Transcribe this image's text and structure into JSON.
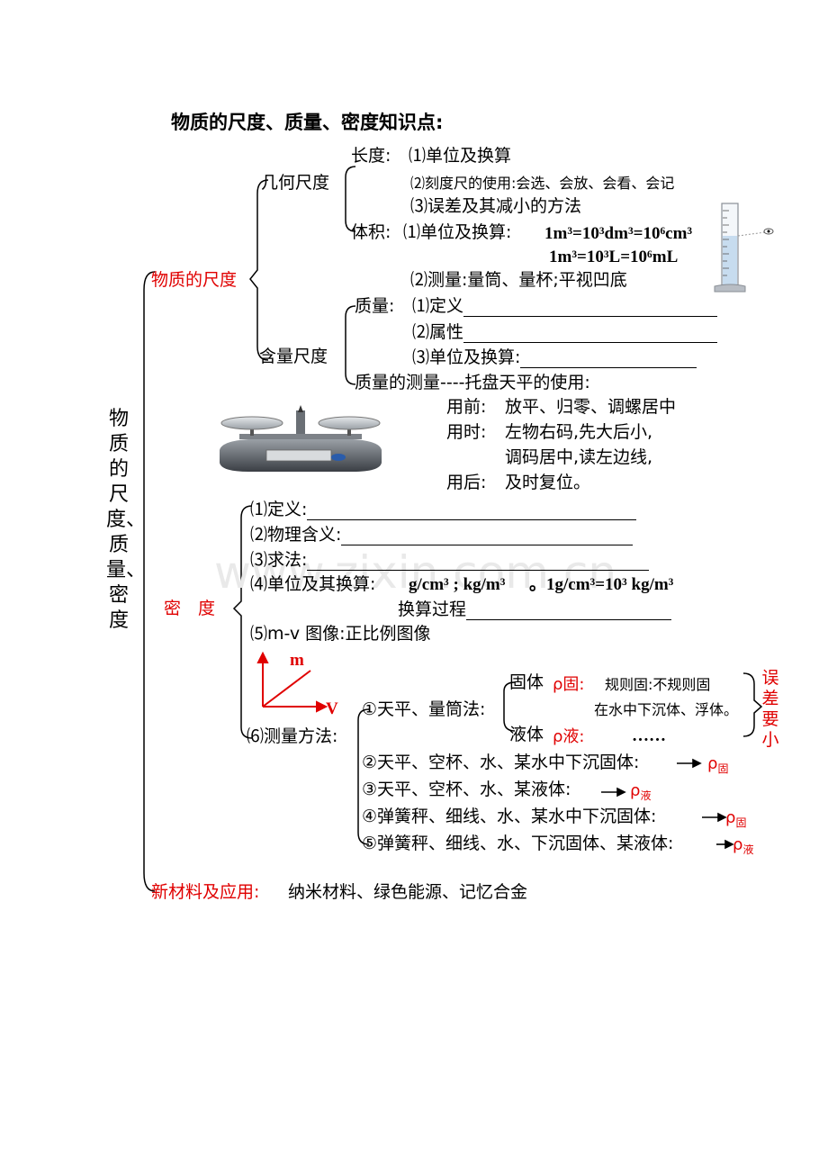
{
  "title": "物质的尺度、质量、密度知识点:",
  "root_vertical": "物质的尺度、质量、密度",
  "branch_scale": {
    "label": "物质的尺度",
    "geometric": "几何尺度",
    "length_label": "长度:",
    "length_items": [
      "⑴单位及换算",
      "⑵刻度尺的使用:会选、会放、会看、会记",
      "⑶误差及其减小的方法"
    ],
    "volume_label": "体积:",
    "volume_item1": "⑴单位及换算:",
    "volume_eq1": "1m³=10³dm³=10⁶cm³",
    "volume_eq2": "1m³=10³L=10⁶mL",
    "volume_item2": "⑵测量:量筒、量杯;平视凹底",
    "mass_scale": "含量尺度",
    "mass_label": "质量:",
    "mass_items": [
      "⑴定义",
      "⑵属性",
      "⑶单位及换算:"
    ],
    "balance_label": "质量的测量----托盘天平的使用:",
    "balance_rows": [
      {
        "k": "用前:",
        "v": "放平、归零、调螺居中"
      },
      {
        "k": "用时:",
        "v": "左物右码,先大后小,"
      },
      {
        "k": "",
        "v": "调码居中,读左边线,"
      },
      {
        "k": "用后:",
        "v": "及时复位。"
      }
    ]
  },
  "branch_density": {
    "label": "密　度",
    "items": [
      "⑴定义:",
      "⑵物理含义:",
      "⑶求法:",
      "⑷单位及其换算:"
    ],
    "units": "g/cm³ ; kg/m³",
    "unit_eq": "。1g/cm³=10³ kg/m³",
    "conversion": "换算过程",
    "mv_graph": "⑸m-v 图像:正比例图像",
    "graph_m": "m",
    "graph_v": "V",
    "method_label": "⑹测量方法:",
    "method1": "①天平、量筒法:",
    "solid": "固体",
    "rho_solid": "ρ固:",
    "solid_detail1": "规则固:不规则固",
    "solid_detail2": "在水中下沉体、浮体。",
    "liquid": "液体",
    "rho_liquid": "ρ液:",
    "ellipsis": "……",
    "error_note": "误差要小",
    "methods": [
      {
        "text": "②天平、空杯、水、某水中下沉固体:",
        "rho": "ρ",
        "sub": "固"
      },
      {
        "text": "③天平、空杯、水、某液体:",
        "rho": "ρ",
        "sub": "液"
      },
      {
        "text": "④弹簧秤、细线、水、某水中下沉固体:",
        "rho": "ρ",
        "sub": "固"
      },
      {
        "text": "⑤弹簧秤、细线、水、下沉固体、某液体:",
        "rho": "ρ",
        "sub": "液"
      }
    ]
  },
  "branch_new": {
    "label": "新材料及应用:",
    "text": "纳米材料、绿色能源、记忆合金"
  },
  "watermark": "www.zixin.com.cn",
  "colors": {
    "accent": "#e00000",
    "text": "#000000"
  }
}
